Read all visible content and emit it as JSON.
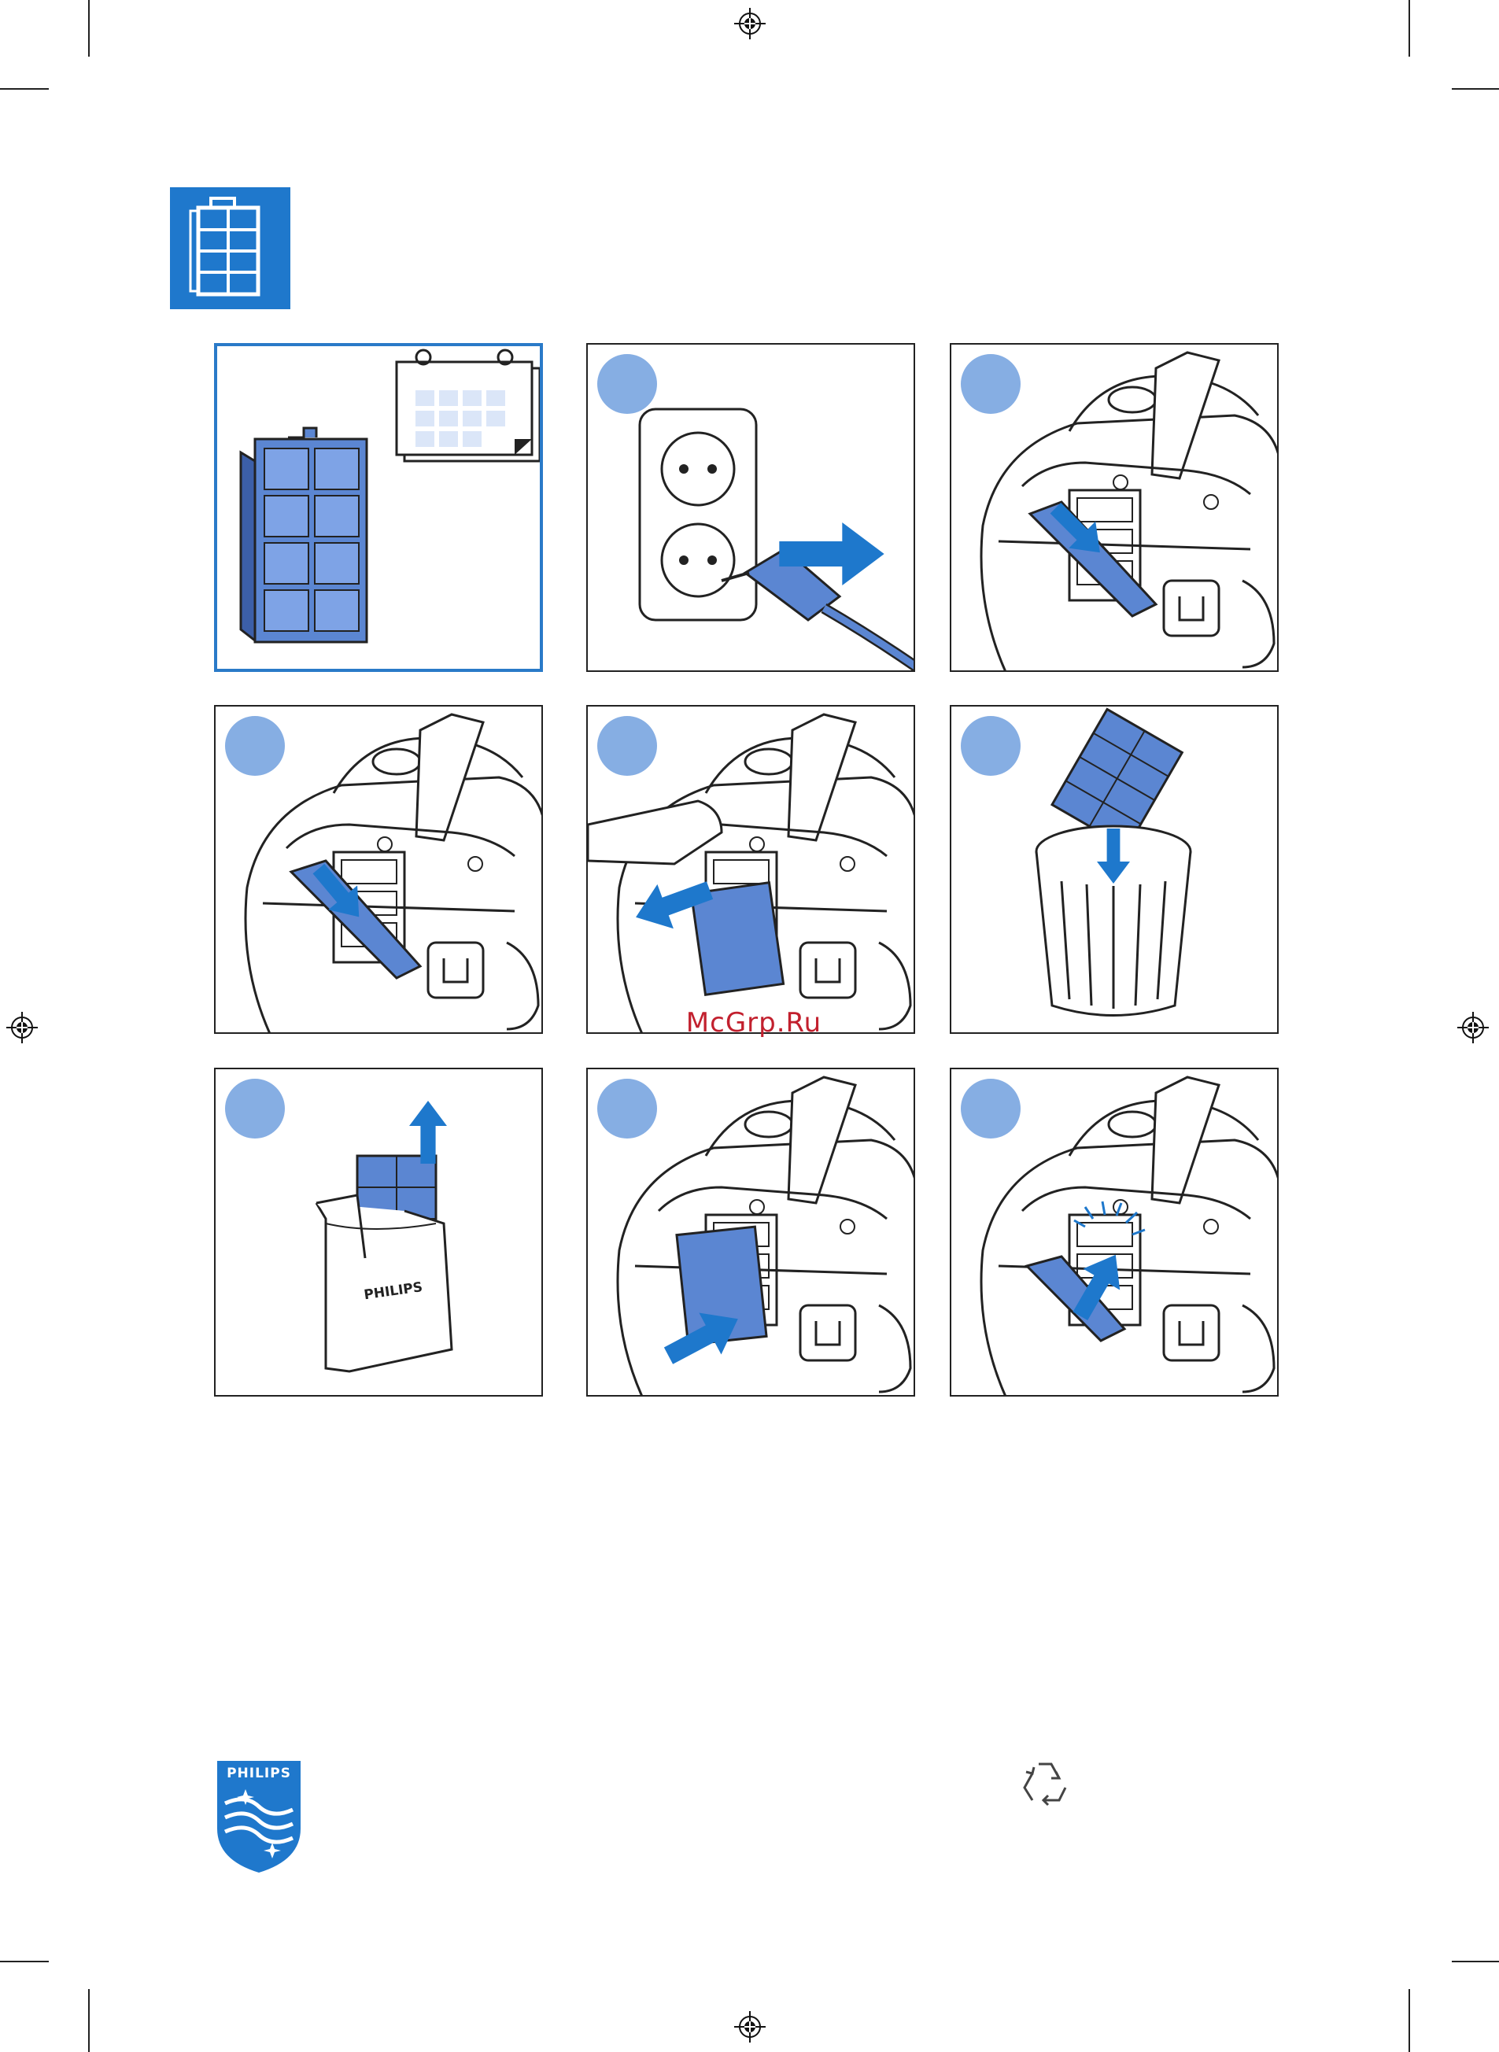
{
  "header": {
    "icon": "filter-icon",
    "accent_color": "#1f78cc"
  },
  "panels": [
    {
      "id": "overview",
      "icon": "filter-calendar-icon",
      "step_badge": false
    },
    {
      "id": "unplug",
      "icon": "unplug-icon",
      "step_badge": true
    },
    {
      "id": "open-cover",
      "icon": "open-filter-cover-icon",
      "step_badge": true
    },
    {
      "id": "open-cover-close-up",
      "icon": "open-filter-cover-icon",
      "step_badge": true
    },
    {
      "id": "remove-filter",
      "icon": "remove-filter-icon",
      "step_badge": true
    },
    {
      "id": "dispose-filter",
      "icon": "trash-bin-icon",
      "step_badge": true
    },
    {
      "id": "new-filter",
      "icon": "new-filter-box-icon",
      "step_badge": true
    },
    {
      "id": "insert-filter",
      "icon": "insert-filter-icon",
      "step_badge": true
    },
    {
      "id": "close-cover",
      "icon": "close-filter-cover-icon",
      "step_badge": true
    }
  ],
  "box_brand": "PHILIPS",
  "watermark": "McGrp.Ru",
  "footer": {
    "logo_text": "PHILIPS",
    "recycle_icon": "recycle-icon"
  },
  "colors": {
    "filter_blue": "#5b86d2",
    "badge_blue": "#86aee3",
    "arrow_blue": "#1e78cc",
    "highlight_border": "#2a7ac8"
  }
}
